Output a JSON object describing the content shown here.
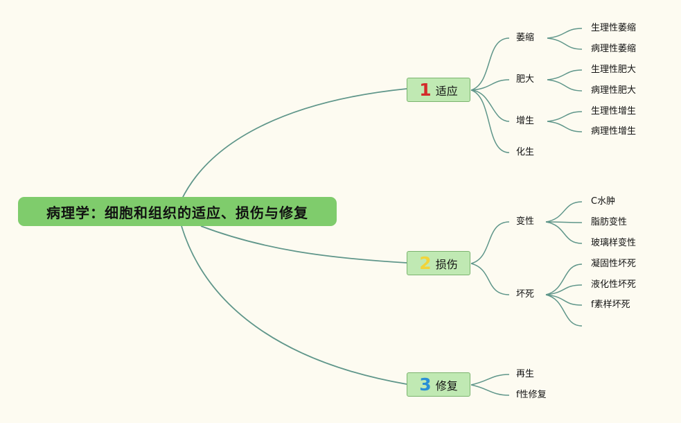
{
  "root": {
    "label": "病理学：细胞和组织的适应、损伤与修复"
  },
  "colors": {
    "root": "#7fcc6c",
    "branch": "#c0e9b3",
    "edge": "#5f968a",
    "background": "#fdfbf1"
  },
  "branches": [
    {
      "num": "1",
      "num_color": "#d32a2a",
      "label": "适应",
      "subs": [
        {
          "label": "萎缩",
          "leaves": [
            "生理性萎缩",
            "病理性萎缩"
          ]
        },
        {
          "label": "肥大",
          "leaves": [
            "生理性肥大",
            "病理性肥大"
          ]
        },
        {
          "label": "增生",
          "leaves": [
            "生理性增生",
            "病理性增生"
          ]
        },
        {
          "label": "化生",
          "leaves": []
        }
      ]
    },
    {
      "num": "2",
      "num_color": "#f2d43a",
      "label": "损伤",
      "subs": [
        {
          "label": "变性",
          "leaves": [
            "C水肿",
            "脂肪变性",
            "玻璃样变性"
          ]
        },
        {
          "label": "坏死",
          "leaves": [
            "凝固性坏死",
            "液化性坏死",
            "f素样坏死",
            ""
          ]
        }
      ]
    },
    {
      "num": "3",
      "num_color": "#2a8fd6",
      "label": "修复",
      "subs": [
        {
          "label": "再生",
          "leaves": []
        },
        {
          "label": "f性修复",
          "leaves": []
        }
      ]
    }
  ]
}
